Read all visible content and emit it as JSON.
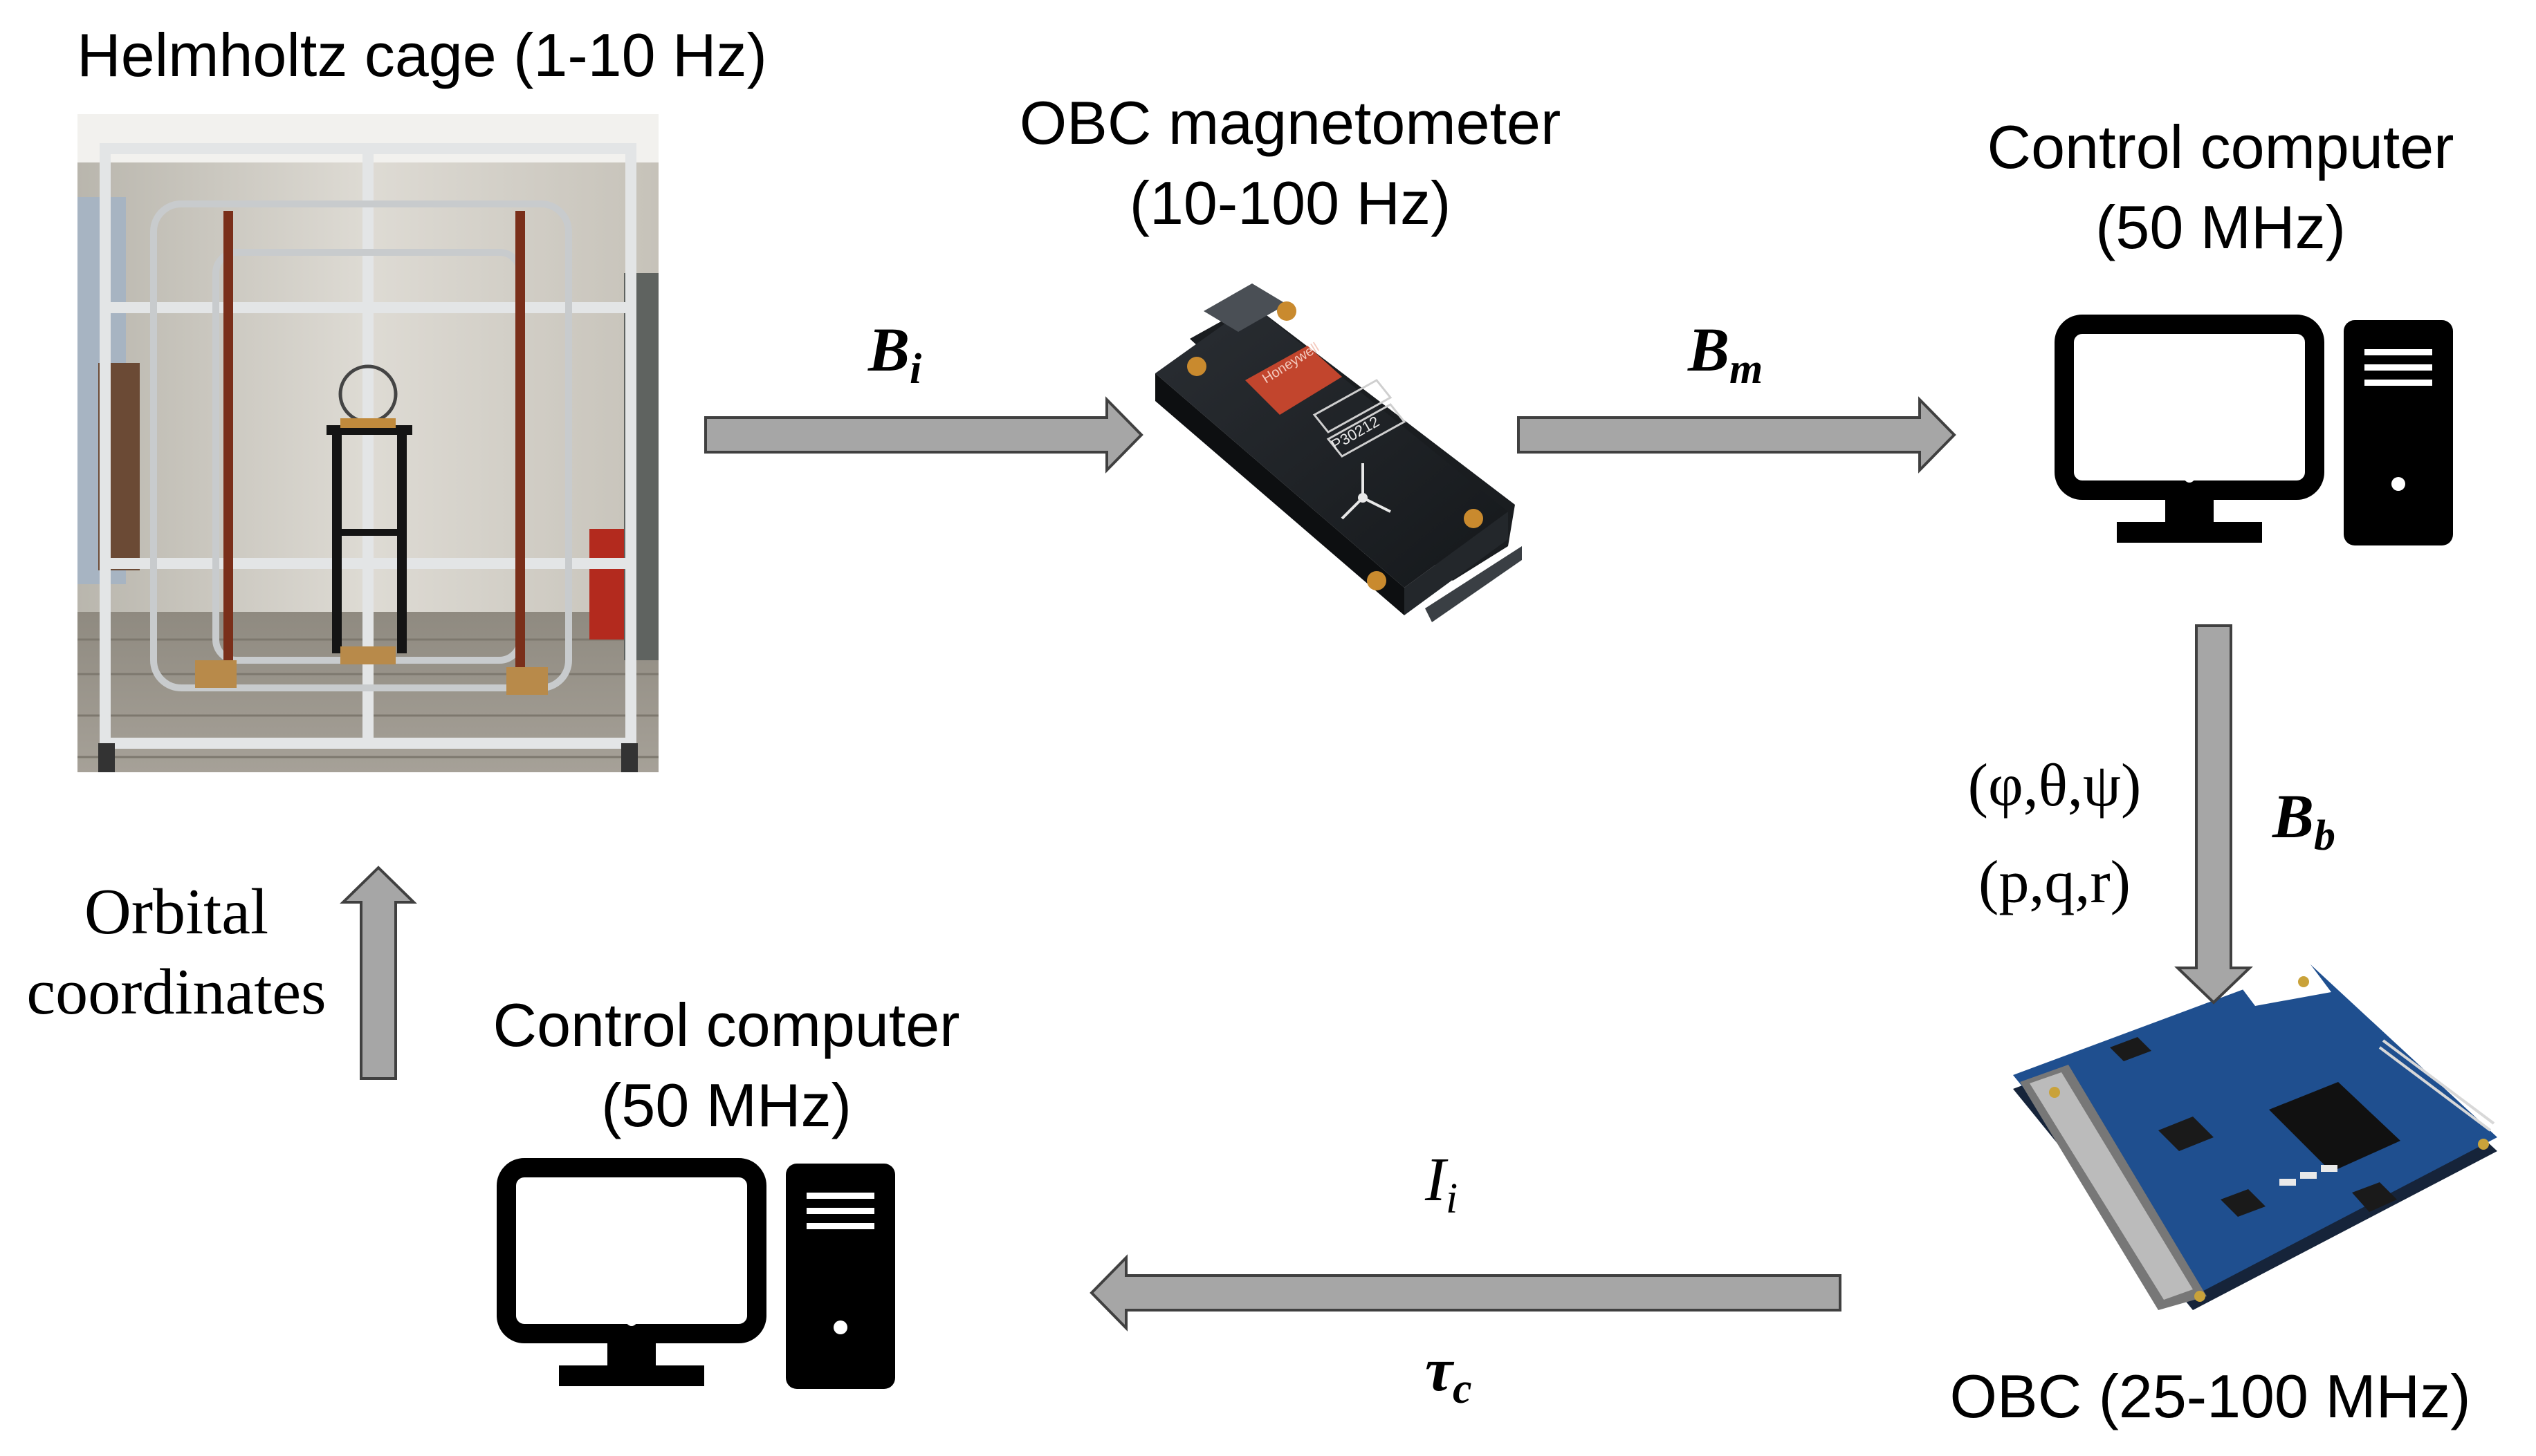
{
  "labels": {
    "helmholtz": "Helmholtz cage (1-10 Hz)",
    "magnetometer_line1": "OBC magnetometer",
    "magnetometer_line2": "(10-100 Hz)",
    "control_top_line1": "Control computer",
    "control_top_line2": "(50 MHz)",
    "control_bottom_line1": "Control computer",
    "control_bottom_line2": "(50 MHz)",
    "obc": "OBC (25-100 MHz)",
    "orbital_line1": "Orbital",
    "orbital_line2": "coordinates",
    "attitude": "(φ,θ,ψ)",
    "rates": "(p,q,r)"
  },
  "symbols": {
    "b_i": {
      "base": "B",
      "sub": "i"
    },
    "b_m": {
      "base": "B",
      "sub": "m"
    },
    "b_b": {
      "base": "B",
      "sub": "b"
    },
    "i_i": {
      "base": "I",
      "sub": "i"
    },
    "tau_c": {
      "base": "τ",
      "sub": "c"
    }
  },
  "device_text": {
    "magnetometer_brand": "Honeywell",
    "magnetometer_serial": "P30212"
  },
  "colors": {
    "arrow_fill": "#a6a6a6",
    "arrow_stroke": "#404040",
    "board_blue": "#1f4f8f",
    "icon_black": "#000000"
  }
}
